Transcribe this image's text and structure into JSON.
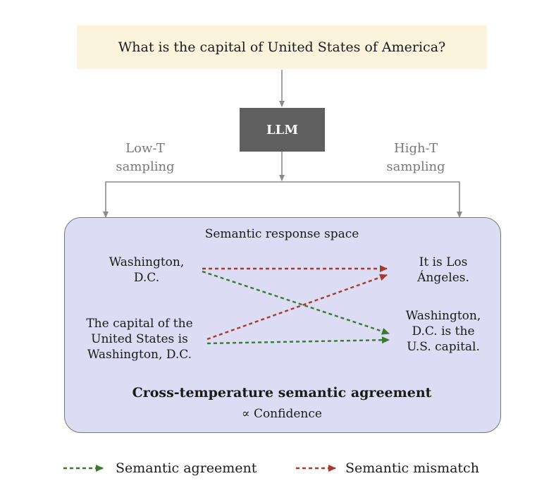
{
  "question": "What is the capital of United States of America?",
  "model_label": "LLM",
  "low_t": {
    "line1": "Low-T",
    "line2": "sampling"
  },
  "high_t": {
    "line1": "High-T",
    "line2": "sampling"
  },
  "space_title": "Semantic response space",
  "low_responses": [
    {
      "lines": [
        "Washington,",
        "D.C."
      ]
    },
    {
      "lines": [
        "The capital of the",
        "United States is",
        "Washington, D.C."
      ]
    }
  ],
  "high_responses": [
    {
      "lines": [
        "It is Los",
        "Ángeles."
      ]
    },
    {
      "lines": [
        "Washington,",
        "D.C. is the",
        "U.S. capital."
      ]
    }
  ],
  "agreement_title": "Cross-temperature semantic agreement",
  "agreement_subtitle": "∝ Confidence",
  "legend": {
    "agreement": "Semantic agreement",
    "mismatch": "Semantic mismatch"
  },
  "colors": {
    "agreement": "#3a7a2e",
    "mismatch": "#a8392b",
    "connector": "#8a8a8a"
  }
}
